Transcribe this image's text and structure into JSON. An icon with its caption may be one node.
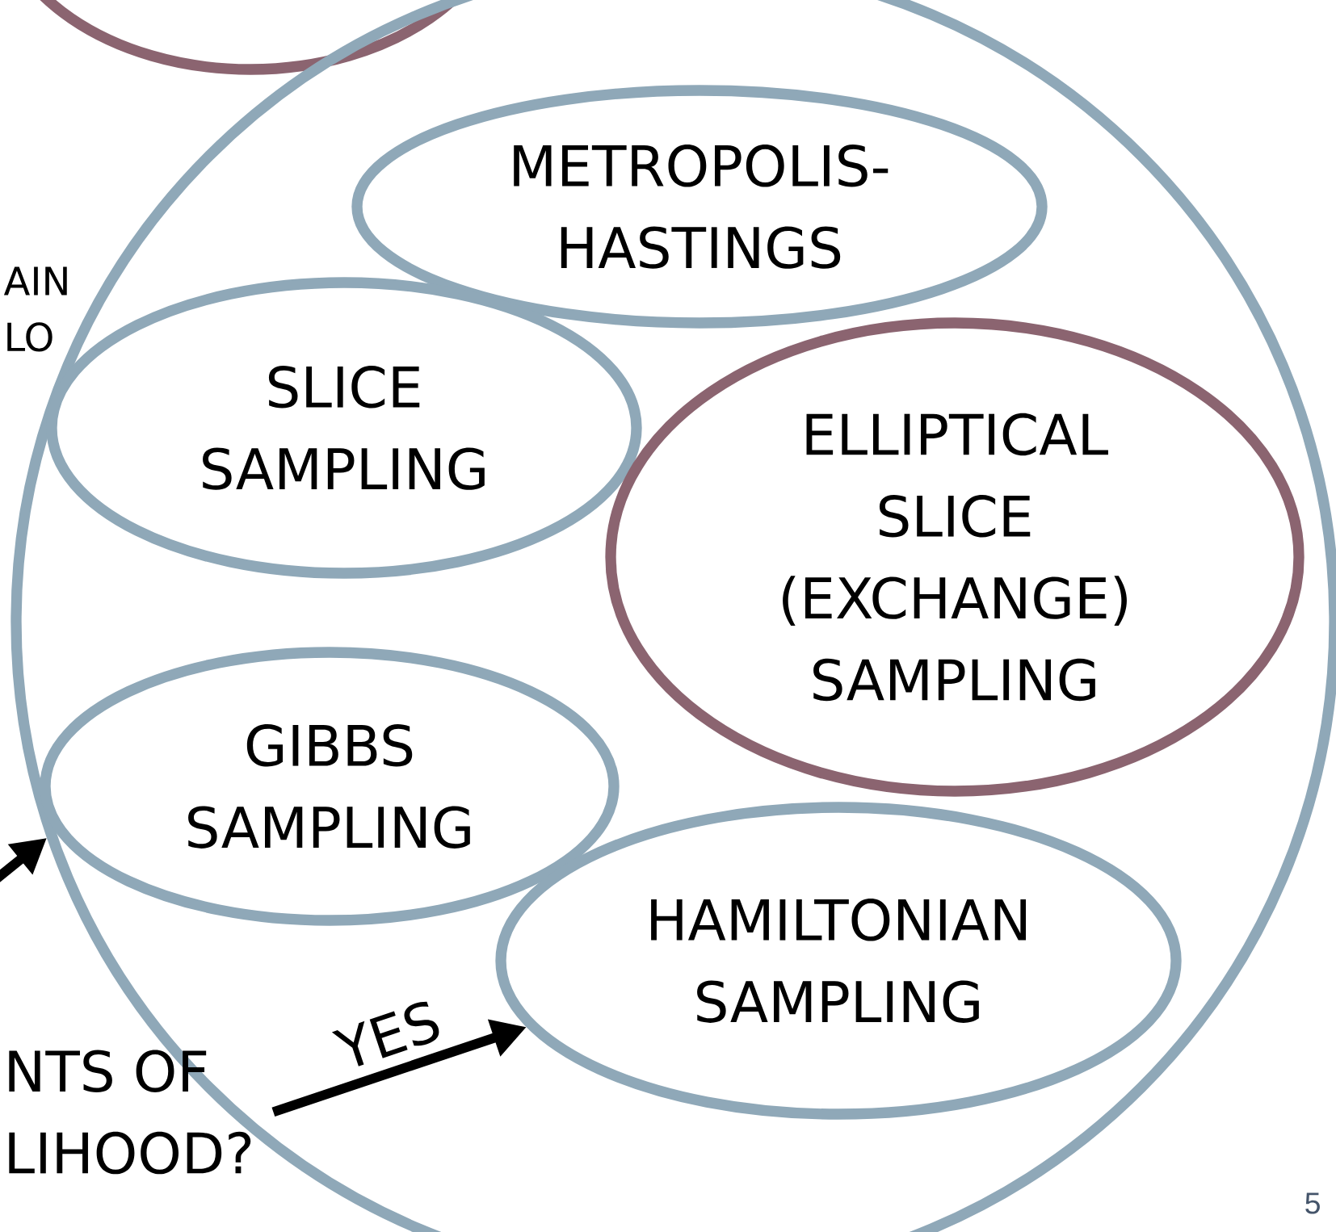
{
  "diagram": {
    "nodes": [
      {
        "text": [],
        "shape": "ellipse"
      },
      {
        "text": [
          "AIN LO"
        ]
      },
      {
        "text": [
          "METROPOLIS- HASTINGS"
        ],
        "in": 1
      },
      {
        "text": [
          "SLICE SAMPLING"
        ],
        "in": 1
      },
      {
        "text": [
          "ELLIPTICAL SLICE (EXCHANGE) SAMPLING"
        ],
        "in": 1
      },
      {
        "text": [
          "GIBBS SAMPLING"
        ],
        "in": 1
      },
      {
        "text": [
          "HAMILTONIAN SAMPLING"
        ],
        "in": 1
      },
      {
        "text": [
          "NTS OF LIHOOD?"
        ]
      }
    ],
    "edges": [
      {
        "from": null,
        "to": 1,
        "arrow": "to"
      },
      {
        "from": 7,
        "to": 6,
        "arrow": "to",
        "label": "YES"
      }
    ],
    "labels": [
      "5"
    ]
  }
}
